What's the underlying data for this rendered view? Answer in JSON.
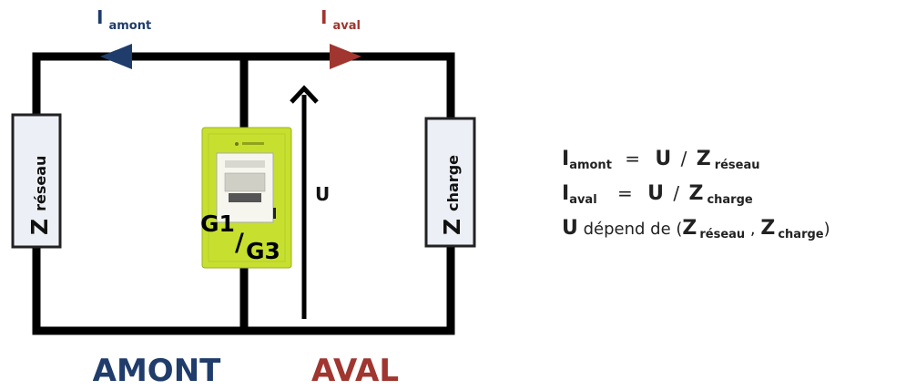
{
  "colors": {
    "wire": "#000000",
    "amont": "#1F3C6B",
    "aval": "#A0362F",
    "meter_body": "#C7E030",
    "impedance_fill": "#ECEFF6"
  },
  "currents": {
    "amont": {
      "main": "I",
      "sub": "amont"
    },
    "aval": {
      "main": "I",
      "sub": "aval"
    }
  },
  "impedances": {
    "reseau": {
      "main": "Z",
      "sub": "réseau"
    },
    "charge": {
      "main": "Z",
      "sub": "charge"
    }
  },
  "voltage_label": "U",
  "meter": {
    "label_top": "G1",
    "slash": "/",
    "label_bottom": "G3",
    "icon": "linky-meter-icon"
  },
  "sections": {
    "amont": "AMONT",
    "aval": "AVAL"
  },
  "equations": {
    "line1": {
      "lhs_main": "I",
      "lhs_sub": "amont",
      "eq": "=",
      "u": "U",
      "div": "/",
      "z": "Z",
      "z_sub": "réseau"
    },
    "line2": {
      "lhs_main": "I",
      "lhs_sub": "aval",
      "eq": "=",
      "u": "U",
      "div": "/",
      "z": "Z",
      "z_sub": "charge"
    },
    "line3": {
      "u": "U",
      "text": "dépend de (",
      "z1": "Z",
      "z1_sub": "réseau",
      "comma": ",",
      "z2": "Z",
      "z2_sub": "charge",
      "close": ")"
    }
  }
}
